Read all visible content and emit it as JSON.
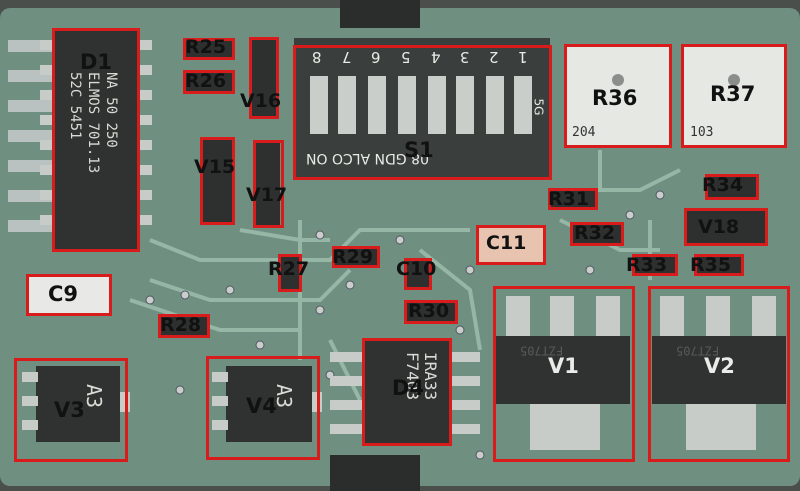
{
  "image": {
    "subject": "printed circuit board",
    "colors": {
      "board": "#6f8f80",
      "trace": "#8fae9e",
      "chip": "#2f3230",
      "highlight_box": "#d81c1c",
      "label_text": "#111111"
    }
  },
  "labels": {
    "D1": "D1",
    "R25": "R25",
    "R26": "R26",
    "V16": "V16",
    "S1": "S1",
    "R36": "R36",
    "R37": "R37",
    "V15": "V15",
    "V17": "V17",
    "R31": "R31",
    "R34": "R34",
    "C11": "C11",
    "R32": "R32",
    "V18": "V18",
    "R27": "R27",
    "R29": "R29",
    "C10": "C10",
    "R33": "R33",
    "R35": "R35",
    "C9": "C9",
    "R28": "R28",
    "R30": "R30",
    "V1": "V1",
    "V2": "V2",
    "V3": "V3",
    "V4": "V4",
    "D4": "D4"
  },
  "markings": {
    "d1_line1": "NA 50 250",
    "d1_line2": "ELMOS 701.13",
    "d1_line3": "52C 5451",
    "r36_code": "204",
    "r37_code": "103",
    "switch_numbers": [
      "8",
      "7",
      "6",
      "5",
      "4",
      "3",
      "2",
      "1"
    ],
    "switch_bottom": "08 GDN ALCO ON",
    "switch_side": "5G",
    "v3_text": "A3",
    "v4_text": "A3",
    "d4_line1": "IRA33",
    "d4_line2": "F7403",
    "v1_text": "FZT705",
    "v2_text": "FZT705"
  }
}
